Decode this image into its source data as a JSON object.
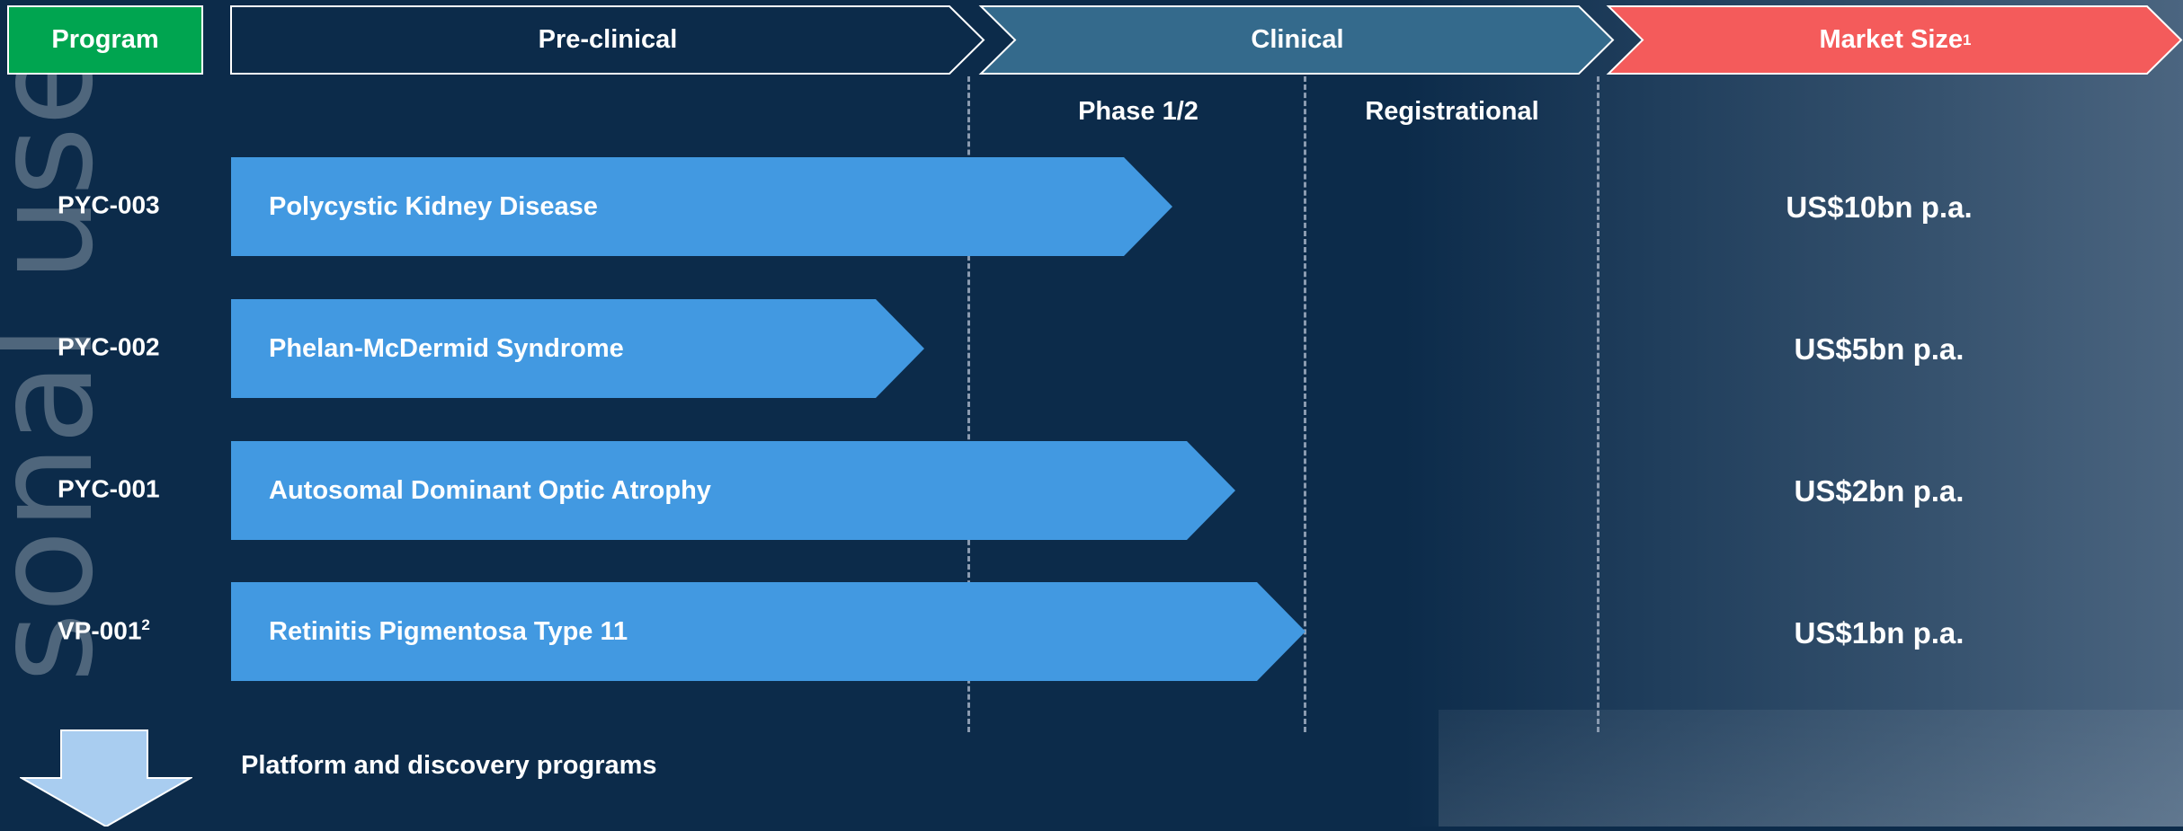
{
  "header": {
    "program": "Program",
    "preclinical": "Pre-clinical",
    "clinical": "Clinical",
    "market_size": "Market Size",
    "market_size_note": "1"
  },
  "subheaders": {
    "phase": "Phase 1/2",
    "registrational": "Registrational"
  },
  "watermark": "sonal use only",
  "rows": [
    {
      "program": "PYC-003",
      "program_note": "",
      "indication": "Polycystic Kidney Disease",
      "market": "US$10bn p.a."
    },
    {
      "program": "PYC-002",
      "program_note": "",
      "indication": "Phelan-McDermid Syndrome",
      "market": "US$5bn p.a."
    },
    {
      "program": "PYC-001",
      "program_note": "",
      "indication": "Autosomal Dominant Optic Atrophy",
      "market": "US$2bn p.a."
    },
    {
      "program": "VP-001",
      "program_note": "2",
      "indication": "Retinitis Pigmentosa Type 11",
      "market": "US$1bn p.a."
    }
  ],
  "footer": {
    "platform": "Platform and discovery programs"
  },
  "colors": {
    "background": "#0c2b4a",
    "program_green": "#00a550",
    "clinical_teal": "#346a8c",
    "market_red": "#f45b5b",
    "bar_blue": "#4299e1"
  }
}
